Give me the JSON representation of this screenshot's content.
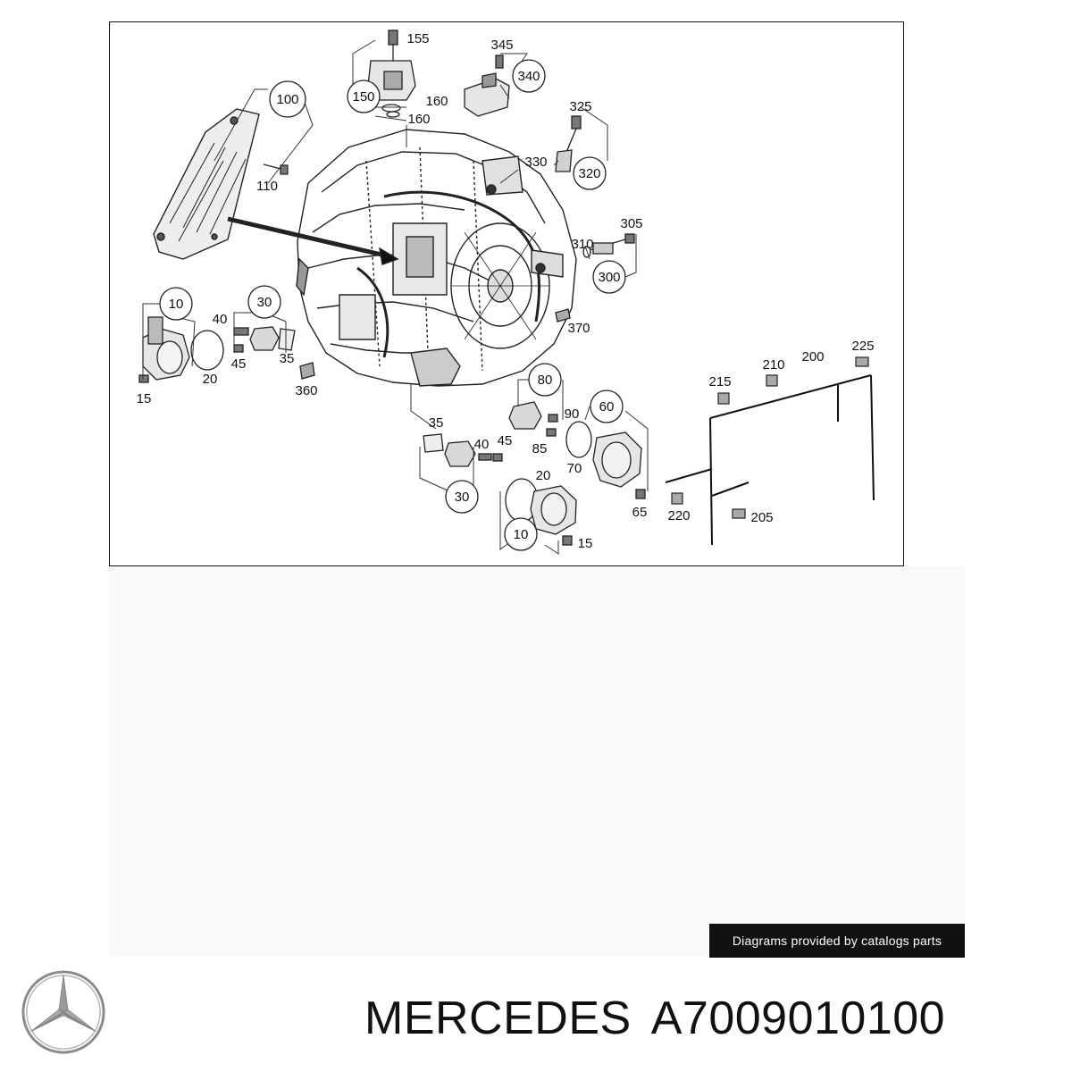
{
  "diagram": {
    "callouts": [
      "100",
      "150",
      "340",
      "320",
      "300",
      "10",
      "30",
      "80",
      "60",
      "30",
      "10"
    ],
    "labels": [
      "155",
      "345",
      "160",
      "160",
      "325",
      "110",
      "330",
      "305",
      "310",
      "370",
      "40",
      "20",
      "45",
      "35",
      "15",
      "360",
      "225",
      "210",
      "200",
      "215",
      "90",
      "85",
      "35",
      "40",
      "45",
      "70",
      "65",
      "20",
      "220",
      "205",
      "15"
    ]
  },
  "credit": "Diagrams provided by catalogs parts",
  "title": {
    "brand": "MERCEDES",
    "part_number": "A7009010100"
  },
  "logo": {
    "icon": "mercedes-star-icon",
    "color": "#8a8a8a"
  }
}
